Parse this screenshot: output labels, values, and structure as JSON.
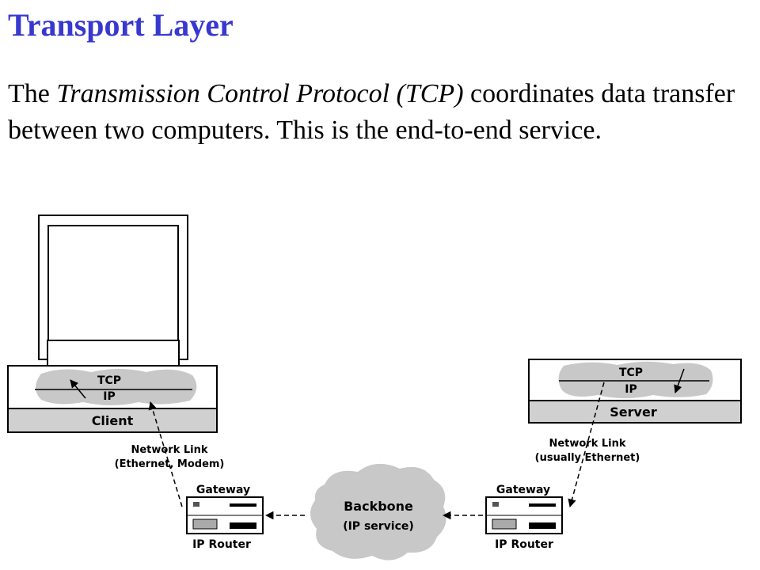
{
  "slide": {
    "title": "Transport Layer",
    "body_pre": "The ",
    "body_term": "Transmission Control Protocol (TCP)",
    "body_post": " coordinates data transfer between two computers.  This is the end-to-end service."
  },
  "diagram": {
    "client": {
      "tcp": "TCP",
      "ip": "IP",
      "label": "Client"
    },
    "server": {
      "tcp": "TCP",
      "ip": "IP",
      "label": "Server"
    },
    "client_link": {
      "line1": "Network Link",
      "line2": "(Ethernet, Modem)"
    },
    "server_link": {
      "line1": "Network Link",
      "line2": "(usually Ethernet)"
    },
    "left_router": {
      "top": "Gateway",
      "bottom": "IP Router"
    },
    "right_router": {
      "top": "Gateway",
      "bottom": "IP Router"
    },
    "backbone": {
      "line1": "Backbone",
      "line2": "(IP service)"
    }
  },
  "colors": {
    "title": "#3838d0",
    "cloud": "#c8c8c8",
    "panel": "#d0d0d0"
  }
}
